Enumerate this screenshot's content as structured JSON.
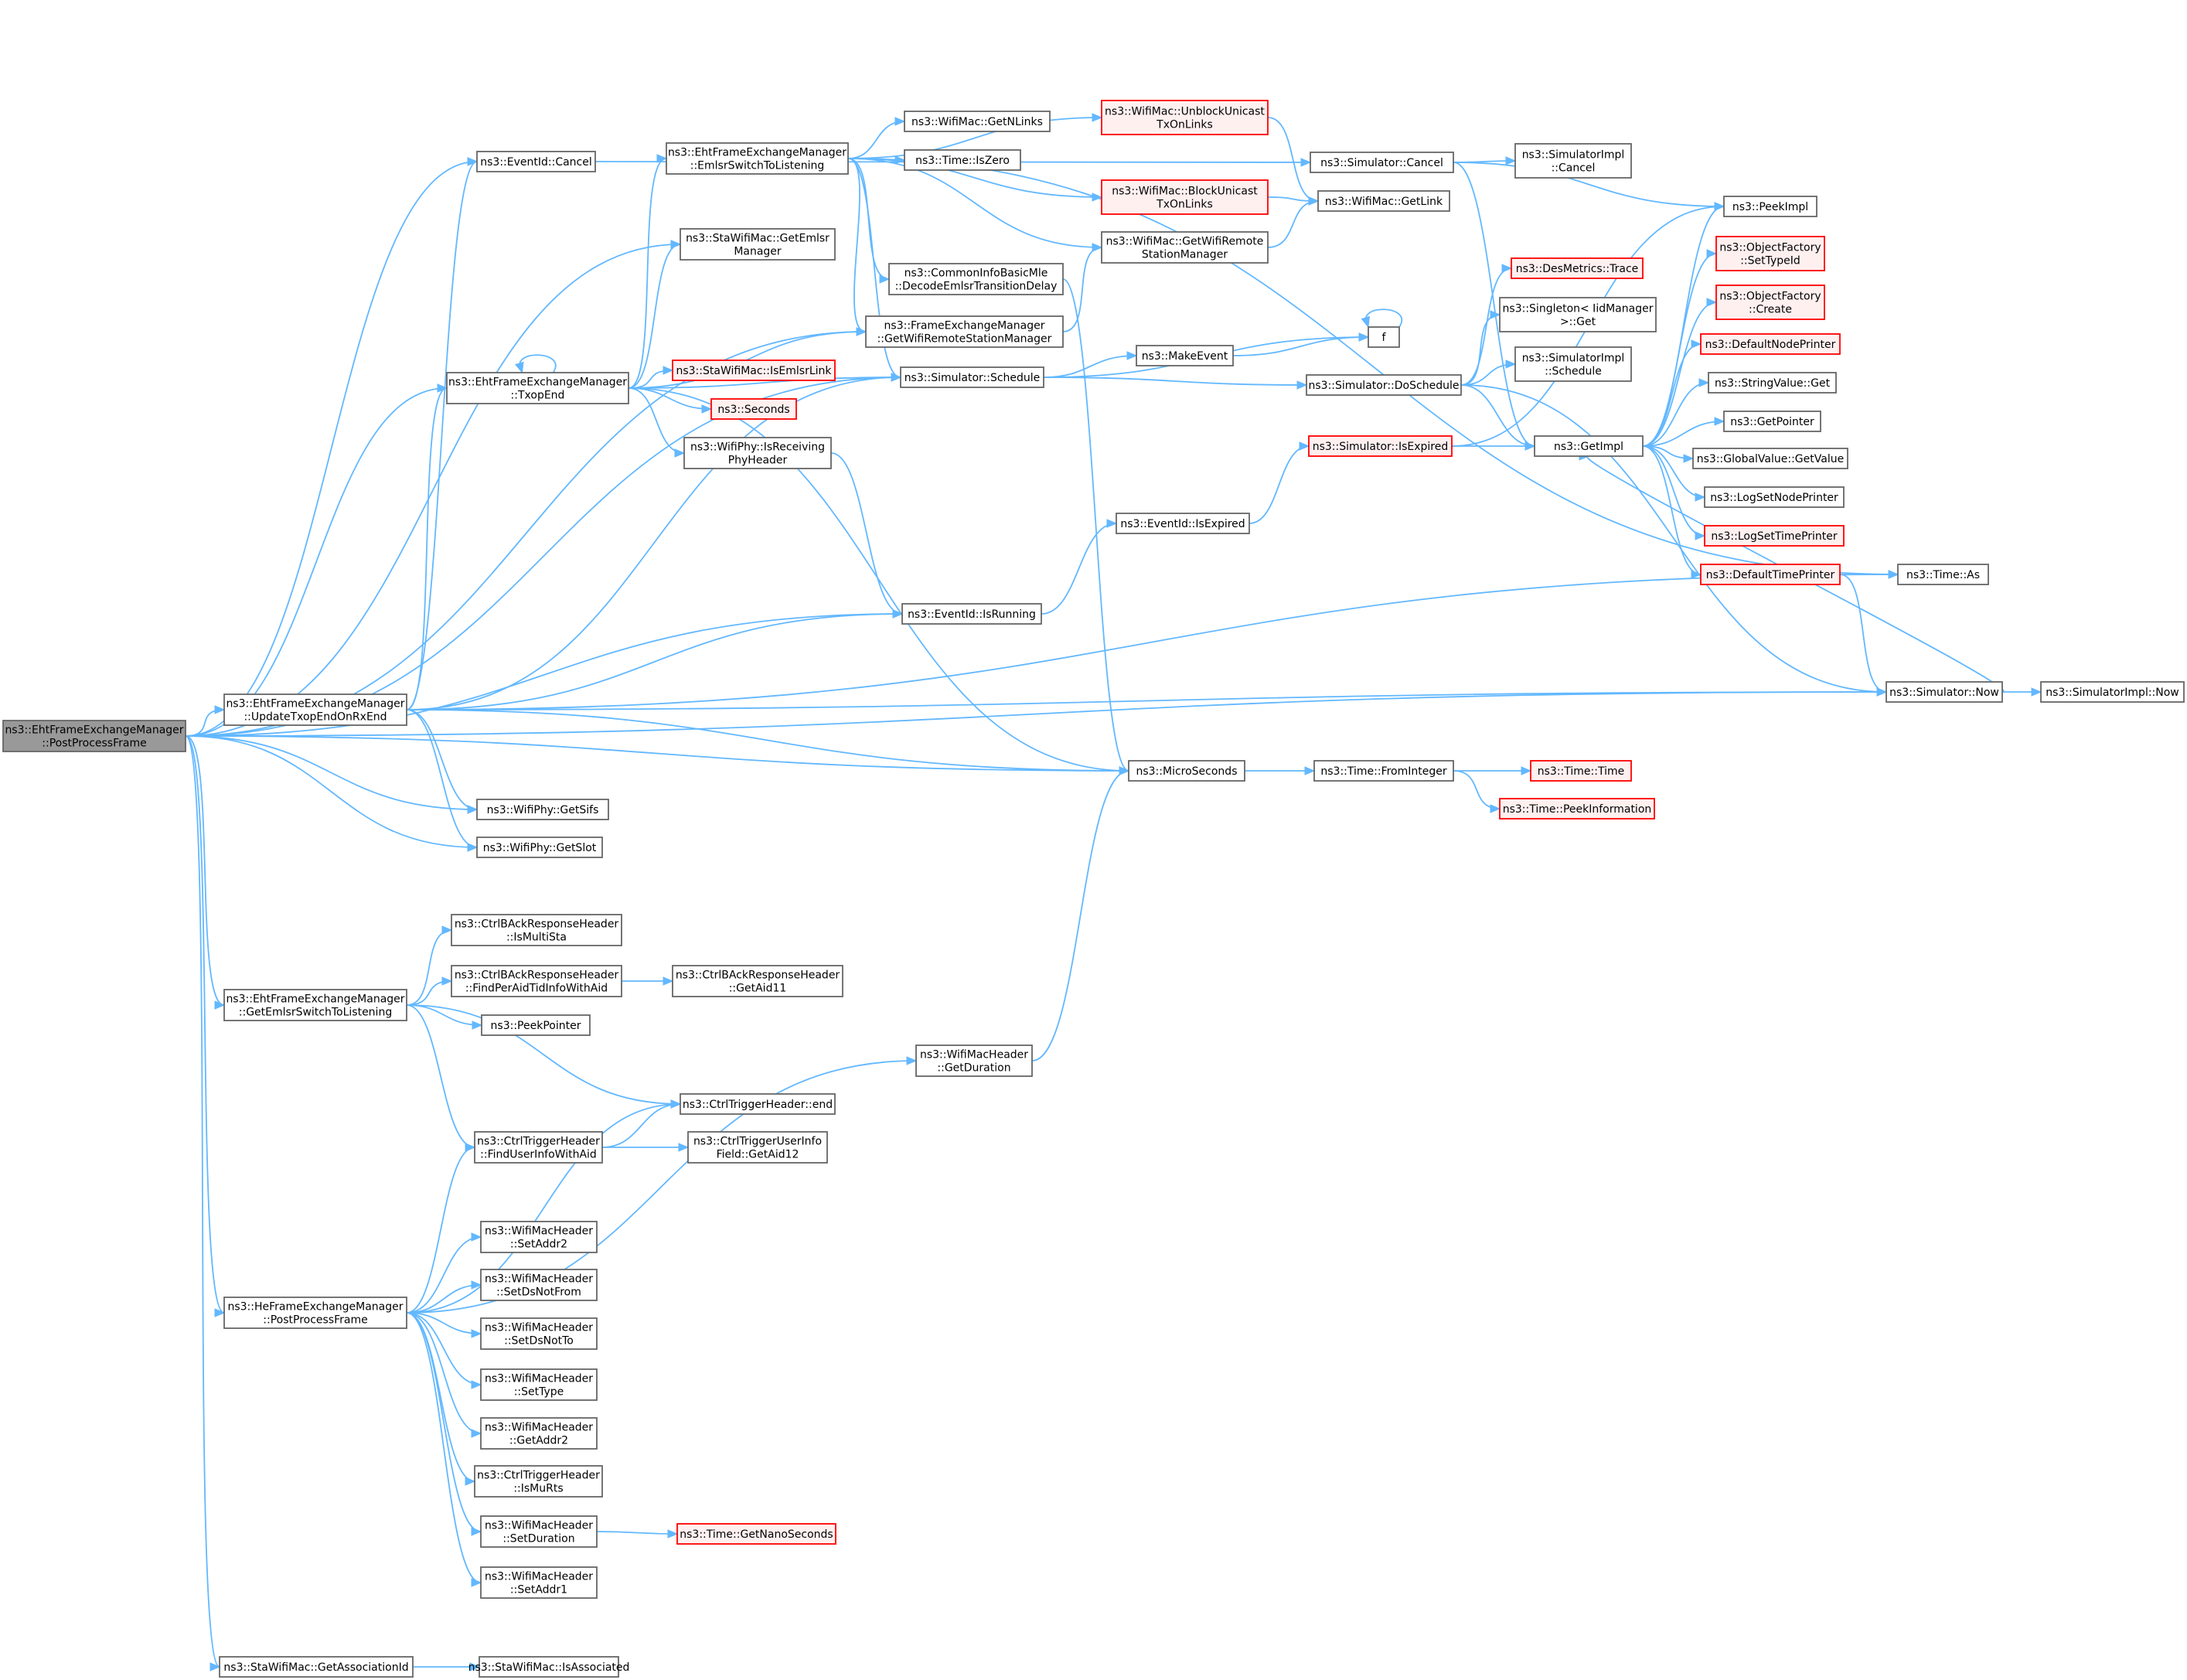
{
  "diagram": {
    "nodes": [
      {
        "id": "root",
        "lines": [
          "ns3::EhtFrameExchangeManager",
          "::PostProcessFrame"
        ],
        "style": "root"
      },
      {
        "id": "eventid_cancel",
        "lines": [
          "ns3::EventId::Cancel"
        ]
      },
      {
        "id": "sta_get_emlsr_manager",
        "lines": [
          "ns3::StaWifiMac::GetEmlsr",
          "Manager"
        ]
      },
      {
        "id": "txop_end",
        "lines": [
          "ns3::EhtFrameExchangeManager",
          "::TxopEnd"
        ]
      },
      {
        "id": "update_txop",
        "lines": [
          "ns3::EhtFrameExchangeManager",
          "::UpdateTxopEndOnRxEnd"
        ]
      },
      {
        "id": "get_sifs",
        "lines": [
          "ns3::WifiPhy::GetSifs"
        ]
      },
      {
        "id": "get_slot",
        "lines": [
          "ns3::WifiPhy::GetSlot"
        ]
      },
      {
        "id": "get_emlsr_switch",
        "lines": [
          "ns3::EhtFrameExchangeManager",
          "::GetEmlsrSwitchToListening"
        ]
      },
      {
        "id": "he_post_process",
        "lines": [
          "ns3::HeFrameExchangeManager",
          "::PostProcessFrame"
        ]
      },
      {
        "id": "get_assoc_id",
        "lines": [
          "ns3::StaWifiMac::GetAssociationId"
        ]
      },
      {
        "id": "emlsr_switch",
        "lines": [
          "ns3::EhtFrameExchangeManager",
          "::EmlsrSwitchToListening"
        ]
      },
      {
        "id": "get_n_links",
        "lines": [
          "ns3::WifiMac::GetNLinks"
        ]
      },
      {
        "id": "time_is_zero",
        "lines": [
          "ns3::Time::IsZero"
        ]
      },
      {
        "id": "decode_emlsr",
        "lines": [
          "ns3::CommonInfoBasicMle",
          "::DecodeEmlsrTransitionDelay"
        ]
      },
      {
        "id": "fem_get_remote",
        "lines": [
          "ns3::FrameExchangeManager",
          "::GetWifiRemoteStationManager"
        ]
      },
      {
        "id": "sim_schedule",
        "lines": [
          "ns3::Simulator::Schedule"
        ]
      },
      {
        "id": "sta_is_emlsr_link",
        "lines": [
          "ns3::StaWifiMac::IsEmlsrLink"
        ],
        "style": "red"
      },
      {
        "id": "seconds",
        "lines": [
          "ns3::Seconds"
        ],
        "style": "red"
      },
      {
        "id": "is_receiving_phy",
        "lines": [
          "ns3::WifiPhy::IsReceiving",
          "PhyHeader"
        ]
      },
      {
        "id": "eventid_is_running",
        "lines": [
          "ns3::EventId::IsRunning"
        ]
      },
      {
        "id": "microseconds",
        "lines": [
          "ns3::MicroSeconds"
        ]
      },
      {
        "id": "unblock_unicast",
        "lines": [
          "ns3::WifiMac::UnblockUnicast",
          "TxOnLinks"
        ],
        "style": "red"
      },
      {
        "id": "block_unicast",
        "lines": [
          "ns3::WifiMac::BlockUnicast",
          "TxOnLinks"
        ],
        "style": "red"
      },
      {
        "id": "mac_get_remote",
        "lines": [
          "ns3::WifiMac::GetWifiRemote",
          "StationManager"
        ]
      },
      {
        "id": "make_event",
        "lines": [
          "ns3::MakeEvent"
        ]
      },
      {
        "id": "eventid_is_expired",
        "lines": [
          "ns3::EventId::IsExpired"
        ]
      },
      {
        "id": "wifimac_header_get_duration",
        "lines": [
          "ns3::WifiMacHeader",
          "::GetDuration"
        ]
      },
      {
        "id": "sim_cancel",
        "lines": [
          "ns3::Simulator::Cancel"
        ]
      },
      {
        "id": "wifimac_get_link",
        "lines": [
          "ns3::WifiMac::GetLink"
        ]
      },
      {
        "id": "f",
        "lines": [
          "f"
        ]
      },
      {
        "id": "sim_do_schedule",
        "lines": [
          "ns3::Simulator::DoSchedule"
        ]
      },
      {
        "id": "sim_is_expired",
        "lines": [
          "ns3::Simulator::IsExpired"
        ],
        "style": "red"
      },
      {
        "id": "time_from_integer",
        "lines": [
          "ns3::Time::FromInteger"
        ]
      },
      {
        "id": "time_time",
        "lines": [
          "ns3::Time::Time"
        ],
        "style": "red"
      },
      {
        "id": "time_peek_info",
        "lines": [
          "ns3::Time::PeekInformation"
        ],
        "style": "red"
      },
      {
        "id": "simimpl_cancel",
        "lines": [
          "ns3::SimulatorImpl",
          "::Cancel"
        ]
      },
      {
        "id": "des_metrics_trace",
        "lines": [
          "ns3::DesMetrics::Trace"
        ],
        "style": "red"
      },
      {
        "id": "singleton_get",
        "lines": [
          "ns3::Singleton< IidManager",
          " >::Get"
        ]
      },
      {
        "id": "simimpl_schedule",
        "lines": [
          "ns3::SimulatorImpl",
          "::Schedule"
        ]
      },
      {
        "id": "get_impl",
        "lines": [
          "ns3::GetImpl"
        ]
      },
      {
        "id": "peek_impl",
        "lines": [
          "ns3::PeekImpl"
        ]
      },
      {
        "id": "of_set_type_id",
        "lines": [
          "ns3::ObjectFactory",
          "::SetTypeId"
        ],
        "style": "red"
      },
      {
        "id": "of_create",
        "lines": [
          "ns3::ObjectFactory",
          "::Create"
        ],
        "style": "red"
      },
      {
        "id": "default_node_printer",
        "lines": [
          "ns3::DefaultNodePrinter"
        ],
        "style": "red"
      },
      {
        "id": "string_value_get",
        "lines": [
          "ns3::StringValue::Get"
        ]
      },
      {
        "id": "get_pointer",
        "lines": [
          "ns3::GetPointer"
        ]
      },
      {
        "id": "global_value_get",
        "lines": [
          "ns3::GlobalValue::GetValue"
        ]
      },
      {
        "id": "log_set_node_printer",
        "lines": [
          "ns3::LogSetNodePrinter"
        ]
      },
      {
        "id": "log_set_time_printer",
        "lines": [
          "ns3::LogSetTimePrinter"
        ],
        "style": "red"
      },
      {
        "id": "default_time_printer",
        "lines": [
          "ns3::DefaultTimePrinter"
        ],
        "style": "red"
      },
      {
        "id": "time_as",
        "lines": [
          "ns3::Time::As"
        ]
      },
      {
        "id": "sim_now",
        "lines": [
          "ns3::Simulator::Now"
        ]
      },
      {
        "id": "simimpl_now",
        "lines": [
          "ns3::SimulatorImpl::Now"
        ]
      },
      {
        "id": "ba_is_multi_sta",
        "lines": [
          "ns3::CtrlBAckResponseHeader",
          "::IsMultiSta"
        ]
      },
      {
        "id": "ba_find_per_aid",
        "lines": [
          "ns3::CtrlBAckResponseHeader",
          "::FindPerAidTidInfoWithAid"
        ]
      },
      {
        "id": "peek_pointer",
        "lines": [
          "ns3::PeekPointer"
        ]
      },
      {
        "id": "ba_get_aid11",
        "lines": [
          "ns3::CtrlBAckResponseHeader",
          "::GetAid11"
        ]
      },
      {
        "id": "trigger_end",
        "lines": [
          "ns3::CtrlTriggerHeader::end"
        ]
      },
      {
        "id": "trigger_find_user",
        "lines": [
          "ns3::CtrlTriggerHeader",
          "::FindUserInfoWithAid"
        ]
      },
      {
        "id": "trigger_user_get_aid12",
        "lines": [
          "ns3::CtrlTriggerUserInfo",
          "Field::GetAid12"
        ]
      },
      {
        "id": "set_addr2",
        "lines": [
          "ns3::WifiMacHeader",
          "::SetAddr2"
        ]
      },
      {
        "id": "set_ds_not_from",
        "lines": [
          "ns3::WifiMacHeader",
          "::SetDsNotFrom"
        ]
      },
      {
        "id": "set_ds_not_to",
        "lines": [
          "ns3::WifiMacHeader",
          "::SetDsNotTo"
        ]
      },
      {
        "id": "set_type",
        "lines": [
          "ns3::WifiMacHeader",
          "::SetType"
        ]
      },
      {
        "id": "get_addr2",
        "lines": [
          "ns3::WifiMacHeader",
          "::GetAddr2"
        ]
      },
      {
        "id": "trigger_is_mu_rts",
        "lines": [
          "ns3::CtrlTriggerHeader",
          "::IsMuRts"
        ]
      },
      {
        "id": "set_duration",
        "lines": [
          "ns3::WifiMacHeader",
          "::SetDuration"
        ]
      },
      {
        "id": "set_addr1",
        "lines": [
          "ns3::WifiMacHeader",
          "::SetAddr1"
        ]
      },
      {
        "id": "time_get_nanoseconds",
        "lines": [
          "ns3::Time::GetNanoSeconds"
        ],
        "style": "red"
      },
      {
        "id": "sta_is_associated",
        "lines": [
          "ns3::StaWifiMac::IsAssociated"
        ]
      }
    ],
    "edges": [
      [
        "root",
        "eventid_cancel"
      ],
      [
        "root",
        "sta_get_emlsr_manager"
      ],
      [
        "root",
        "txop_end"
      ],
      [
        "root",
        "update_txop"
      ],
      [
        "root",
        "get_sifs"
      ],
      [
        "root",
        "get_slot"
      ],
      [
        "root",
        "get_emlsr_switch"
      ],
      [
        "root",
        "he_post_process"
      ],
      [
        "root",
        "get_assoc_id"
      ],
      [
        "root",
        "sim_schedule"
      ],
      [
        "root",
        "eventid_is_running"
      ],
      [
        "root",
        "microseconds"
      ],
      [
        "root",
        "fem_get_remote"
      ],
      [
        "root",
        "sim_now"
      ],
      [
        "eventid_cancel",
        "sim_cancel"
      ],
      [
        "txop_end",
        "emlsr_switch"
      ],
      [
        "txop_end",
        "sta_get_emlsr_manager"
      ],
      [
        "txop_end",
        "fem_get_remote"
      ],
      [
        "txop_end",
        "sim_schedule"
      ],
      [
        "txop_end",
        "sta_is_emlsr_link"
      ],
      [
        "txop_end",
        "seconds"
      ],
      [
        "txop_end",
        "is_receiving_phy"
      ],
      [
        "txop_end",
        "microseconds"
      ],
      [
        "txop_end",
        "txop_end"
      ],
      [
        "update_txop",
        "eventid_cancel"
      ],
      [
        "update_txop",
        "txop_end"
      ],
      [
        "update_txop",
        "sim_schedule"
      ],
      [
        "update_txop",
        "eventid_is_running"
      ],
      [
        "update_txop",
        "get_sifs"
      ],
      [
        "update_txop",
        "get_slot"
      ],
      [
        "update_txop",
        "microseconds"
      ],
      [
        "update_txop",
        "time_as"
      ],
      [
        "update_txop",
        "sim_now"
      ],
      [
        "emlsr_switch",
        "get_n_links"
      ],
      [
        "emlsr_switch",
        "time_is_zero"
      ],
      [
        "emlsr_switch",
        "unblock_unicast"
      ],
      [
        "emlsr_switch",
        "block_unicast"
      ],
      [
        "emlsr_switch",
        "mac_get_remote"
      ],
      [
        "emlsr_switch",
        "decode_emlsr"
      ],
      [
        "emlsr_switch",
        "fem_get_remote"
      ],
      [
        "emlsr_switch",
        "sim_schedule"
      ],
      [
        "emlsr_switch",
        "time_as"
      ],
      [
        "decode_emlsr",
        "microseconds"
      ],
      [
        "fem_get_remote",
        "mac_get_remote"
      ],
      [
        "sim_schedule",
        "make_event"
      ],
      [
        "sim_schedule",
        "sim_do_schedule"
      ],
      [
        "sim_schedule",
        "f"
      ],
      [
        "is_receiving_phy",
        "eventid_is_running"
      ],
      [
        "eventid_is_running",
        "eventid_is_expired"
      ],
      [
        "microseconds",
        "time_from_integer"
      ],
      [
        "unblock_unicast",
        "wifimac_get_link"
      ],
      [
        "block_unicast",
        "wifimac_get_link"
      ],
      [
        "mac_get_remote",
        "wifimac_get_link"
      ],
      [
        "make_event",
        "f"
      ],
      [
        "f",
        "f"
      ],
      [
        "eventid_is_expired",
        "sim_is_expired"
      ],
      [
        "sim_cancel",
        "simimpl_cancel"
      ],
      [
        "sim_cancel",
        "peek_impl"
      ],
      [
        "sim_cancel",
        "get_impl"
      ],
      [
        "sim_do_schedule",
        "des_metrics_trace"
      ],
      [
        "sim_do_schedule",
        "singleton_get"
      ],
      [
        "sim_do_schedule",
        "simimpl_schedule"
      ],
      [
        "sim_do_schedule",
        "get_impl"
      ],
      [
        "sim_do_schedule",
        "sim_now"
      ],
      [
        "sim_is_expired",
        "get_impl"
      ],
      [
        "sim_is_expired",
        "peek_impl"
      ],
      [
        "time_from_integer",
        "time_time"
      ],
      [
        "time_from_integer",
        "time_peek_info"
      ],
      [
        "get_impl",
        "peek_impl"
      ],
      [
        "get_impl",
        "of_set_type_id"
      ],
      [
        "get_impl",
        "of_create"
      ],
      [
        "get_impl",
        "default_node_printer"
      ],
      [
        "get_impl",
        "string_value_get"
      ],
      [
        "get_impl",
        "get_pointer"
      ],
      [
        "get_impl",
        "global_value_get"
      ],
      [
        "get_impl",
        "log_set_node_printer"
      ],
      [
        "get_impl",
        "log_set_time_printer"
      ],
      [
        "get_impl",
        "default_time_printer"
      ],
      [
        "default_time_printer",
        "time_as"
      ],
      [
        "default_time_printer",
        "sim_now"
      ],
      [
        "sim_now",
        "get_impl"
      ],
      [
        "sim_now",
        "simimpl_now"
      ],
      [
        "get_emlsr_switch",
        "ba_is_multi_sta"
      ],
      [
        "get_emlsr_switch",
        "ba_find_per_aid"
      ],
      [
        "get_emlsr_switch",
        "peek_pointer"
      ],
      [
        "get_emlsr_switch",
        "trigger_end"
      ],
      [
        "get_emlsr_switch",
        "trigger_find_user"
      ],
      [
        "ba_find_per_aid",
        "ba_get_aid11"
      ],
      [
        "trigger_find_user",
        "trigger_end"
      ],
      [
        "trigger_find_user",
        "trigger_user_get_aid12"
      ],
      [
        "he_post_process",
        "trigger_end"
      ],
      [
        "he_post_process",
        "trigger_find_user"
      ],
      [
        "he_post_process",
        "wifimac_header_get_duration"
      ],
      [
        "he_post_process",
        "set_addr2"
      ],
      [
        "he_post_process",
        "set_ds_not_from"
      ],
      [
        "he_post_process",
        "set_ds_not_to"
      ],
      [
        "he_post_process",
        "set_type"
      ],
      [
        "he_post_process",
        "get_addr2"
      ],
      [
        "he_post_process",
        "trigger_is_mu_rts"
      ],
      [
        "he_post_process",
        "set_duration"
      ],
      [
        "he_post_process",
        "set_addr1"
      ],
      [
        "set_duration",
        "time_get_nanoseconds"
      ],
      [
        "wifimac_header_get_duration",
        "microseconds"
      ],
      [
        "get_assoc_id",
        "sta_is_associated"
      ]
    ]
  }
}
